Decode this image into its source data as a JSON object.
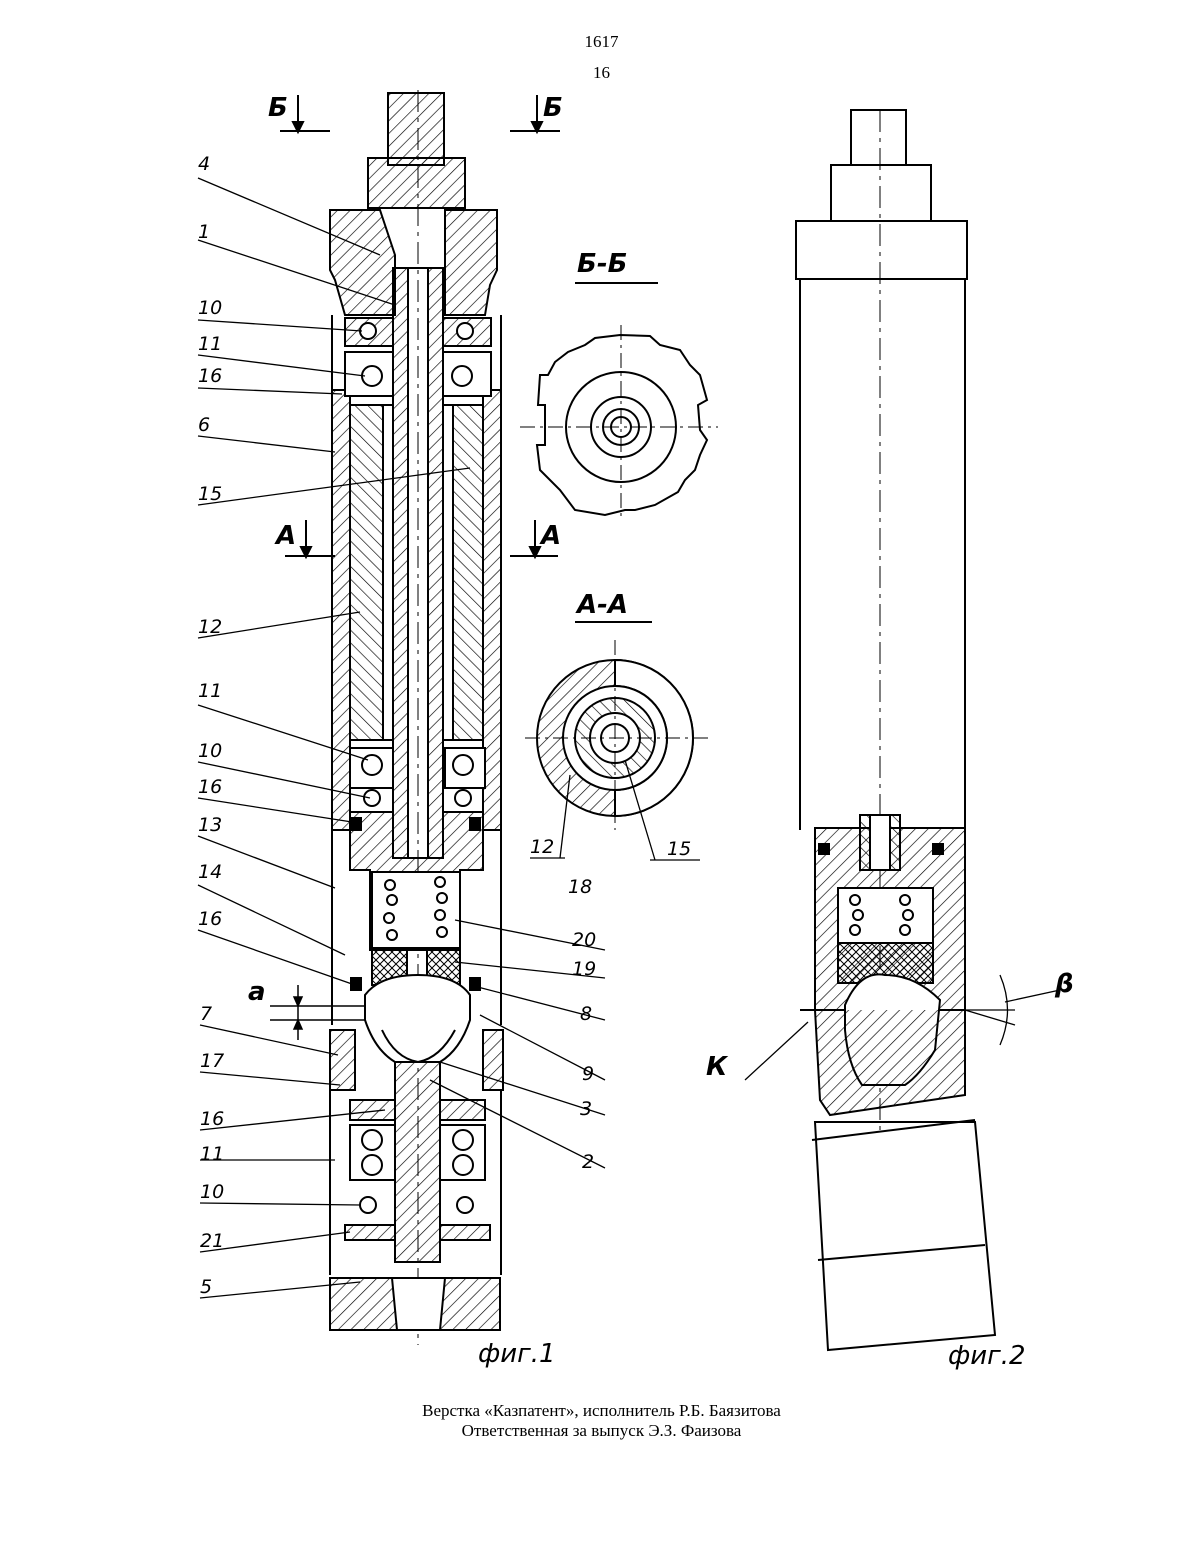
{
  "header": {
    "page_number": "1617",
    "sheet_number": "16"
  },
  "figure1": {
    "caption": "фиг.1",
    "section_marks": {
      "b_left": "Б",
      "b_right": "Б",
      "a_left": "А",
      "a_right": "А"
    },
    "left_callouts": [
      "4",
      "1",
      "10",
      "11",
      "16",
      "6",
      "15",
      "12",
      "11",
      "10",
      "16",
      "13",
      "14",
      "16",
      "7",
      "17",
      "16",
      "11",
      "10",
      "21",
      "5"
    ],
    "right_callouts": [
      "18",
      "20",
      "19",
      "8",
      "9",
      "3",
      "2"
    ],
    "dimension_label": "а"
  },
  "section_bb": {
    "title": "Б-Б"
  },
  "section_aa": {
    "title": "А-А",
    "callouts": [
      "12",
      "15"
    ]
  },
  "figure2": {
    "caption": "фиг.2",
    "callouts": [
      "К"
    ],
    "angle_label": "β"
  },
  "footer": {
    "line1": "Верстка «Казпатент», исполнитель Р.Б. Баязитова",
    "line2": "Ответственная за выпуск Э.З. Фаизова"
  }
}
